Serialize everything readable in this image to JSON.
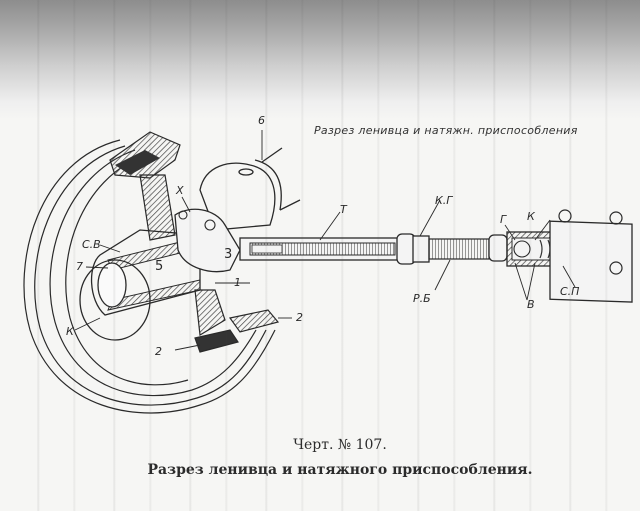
{
  "figure": {
    "handwritten_title": "Разрез ленивца и натяжн. приспособления",
    "caption_number": "Черт. № 107.",
    "caption_text": "Разрез ленивца и натяжного приспособления."
  },
  "labels": {
    "b6": "6",
    "x": "Х",
    "sv": "С.В",
    "n7": "7",
    "n5": "5",
    "n3": "3",
    "n1": "1",
    "k_left": "К",
    "n2_right": "2",
    "n2_bottom": "2",
    "t": "Т",
    "kg": "К.Г",
    "rb": "Р.Б",
    "g": "Г",
    "k_right": "К",
    "v": "В",
    "sp": "С.П"
  },
  "colors": {
    "ink": "#2a2a2a",
    "paper": "#f6f6f4",
    "hatch": "#555555"
  }
}
